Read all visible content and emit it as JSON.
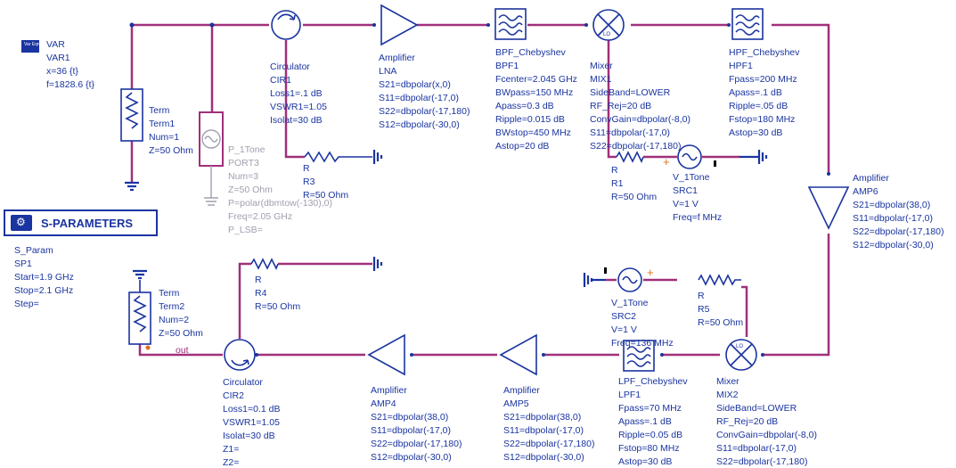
{
  "var": {
    "icon": "Var Eqn",
    "name": "VAR",
    "inst": "VAR1",
    "line1": "x=36 {t}",
    "line2": "f=1828.6 {t}"
  },
  "term1": {
    "type": "Term",
    "inst": "Term1",
    "num": "Num=1",
    "z": "Z=50 Ohm"
  },
  "port3": {
    "type": "P_1Tone",
    "inst": "PORT3",
    "num": "Num=3",
    "z": "Z=50 Ohm",
    "p": "P=polar(dbmtow(-130),0)",
    "freq": "Freq=2.05 GHz",
    "lsb": "P_LSB="
  },
  "cir1": {
    "type": "Circulator",
    "inst": "CIR1",
    "loss": "Loss1=.1 dB",
    "vswr": "VSWR1=1.05",
    "isolat": "Isolat=30 dB"
  },
  "r3": {
    "type": "R",
    "inst": "R3",
    "val": "R=50 Ohm"
  },
  "lna": {
    "type": "Amplifier",
    "inst": "LNA",
    "s21": "S21=dbpolar(x,0)",
    "s11": "S11=dbpolar(-17,0)",
    "s22": "S22=dbpolar(-17,180)",
    "s12": "S12=dbpolar(-30,0)"
  },
  "bpf1": {
    "type": "BPF_Chebyshev",
    "inst": "BPF1",
    "fc": "Fcenter=2.045 GHz",
    "bwp": "BWpass=150 MHz",
    "ap": "Apass=0.3 dB",
    "rip": "Ripple=0.015 dB",
    "bws": "BWstop=450 MHz",
    "as": "Astop=20 dB"
  },
  "mix1": {
    "type": "Mixer",
    "inst": "MIX1",
    "sb": "SideBand=LOWER",
    "rf": "RF_Rej=20 dB",
    "cg": "ConvGain=dbpolar(-8,0)",
    "s11": "S11=dbpolar(-17,0)",
    "s22": "S22=dbpolar(-17,180)"
  },
  "r1": {
    "type": "R",
    "inst": "R1",
    "val": "R=50 Ohm"
  },
  "src1": {
    "type": "V_1Tone",
    "inst": "SRC1",
    "v": "V=1 V",
    "freq": "Freq=f MHz"
  },
  "hpf1": {
    "type": "HPF_Chebyshev",
    "inst": "HPF1",
    "fp": "Fpass=200 MHz",
    "ap": "Apass=.1 dB",
    "rip": "Ripple=.05 dB",
    "fs": "Fstop=180 MHz",
    "as": "Astop=30 dB"
  },
  "amp6": {
    "type": "Amplifier",
    "inst": "AMP6",
    "s21": "S21=dbpolar(38,0)",
    "s11": "S11=dbpolar(-17,0)",
    "s22": "S22=dbpolar(-17,180)",
    "s12": "S12=dbpolar(-30,0)"
  },
  "sparam": {
    "title": "S-PARAMETERS",
    "type": "S_Param",
    "inst": "SP1",
    "start": "Start=1.9 GHz",
    "stop": "Stop=2.1 GHz",
    "step": "Step="
  },
  "r4": {
    "type": "R",
    "inst": "R4",
    "val": "R=50 Ohm"
  },
  "term2": {
    "type": "Term",
    "inst": "Term2",
    "num": "Num=2",
    "z": "Z=50 Ohm",
    "out": "out"
  },
  "src2": {
    "type": "V_1Tone",
    "inst": "SRC2",
    "v": "V=1 V",
    "freq": "Freq=136 MHz"
  },
  "r5": {
    "type": "R",
    "inst": "R5",
    "val": "R=50 Ohm"
  },
  "cir2": {
    "type": "Circulator",
    "inst": "CIR2",
    "loss": "Loss1=0.1 dB",
    "vswr": "VSWR1=1.05",
    "isolat": "Isolat=30 dB",
    "z1": "Z1=",
    "z2": "Z2="
  },
  "amp4": {
    "type": "Amplifier",
    "inst": "AMP4",
    "s21": "S21=dbpolar(38,0)",
    "s11": "S11=dbpolar(-17,0)",
    "s22": "S22=dbpolar(-17,180)",
    "s12": "S12=dbpolar(-30,0)"
  },
  "amp5": {
    "type": "Amplifier",
    "inst": "AMP5",
    "s21": "S21=dbpolar(38,0)",
    "s11": "S11=dbpolar(-17,0)",
    "s22": "S22=dbpolar(-17,180)",
    "s12": "S12=dbpolar(-30,0)"
  },
  "lpf1": {
    "type": "LPF_Chebyshev",
    "inst": "LPF1",
    "fp": "Fpass=70 MHz",
    "ap": "Apass=.1 dB",
    "rip": "Ripple=0.05 dB",
    "fs": "Fstop=80 MHz",
    "as": "Astop=30 dB"
  },
  "mix2": {
    "type": "Mixer",
    "inst": "MIX2",
    "sb": "SideBand=LOWER",
    "rf": "RF_Rej=20 dB",
    "cg": "ConvGain=dbpolar(-8,0)",
    "s11": "S11=dbpolar(-17,0)",
    "s22": "S22=dbpolar(-17,180)"
  },
  "mixer_mark": "LO",
  "colors": {
    "wire": "#a0307a",
    "component": "#1a34a0",
    "disabled": "#a0a0b0",
    "pin": "#e07020"
  }
}
